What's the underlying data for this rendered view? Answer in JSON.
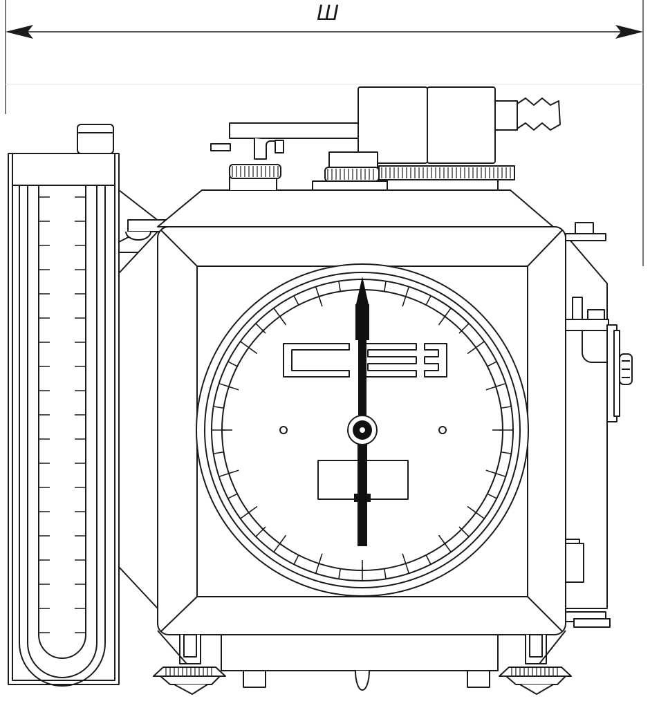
{
  "dimension": {
    "label": "Ш"
  },
  "colors": {
    "line": "#1a1a1a",
    "fill": "#ffffff",
    "accent": "#111111"
  },
  "dial": {
    "tick_count": 40,
    "major_every": 5
  },
  "manometer": {
    "scale_marks": 19
  }
}
